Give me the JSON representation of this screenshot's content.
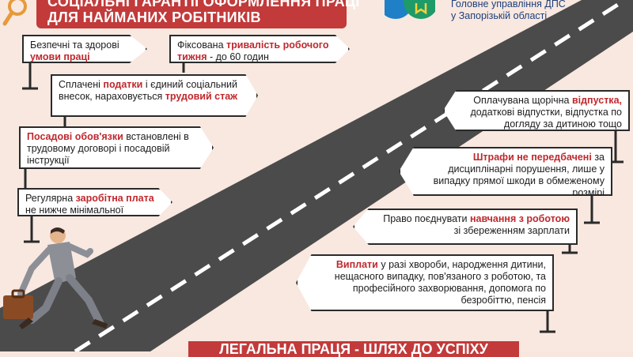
{
  "header": {
    "title_line1": "СОЦІАЛЬНІ ГАРАНТІЇ ОФОРМЛЕННЯ ПРАЦІ",
    "title_line2": "ДЛЯ НАЙМАНИХ РОБІТНИКІВ",
    "org_line1": "Головне управління ДПС",
    "org_line2": "у Запорізькій області",
    "logo": "tax-service-logo",
    "emblem": "trident-emblem"
  },
  "signs": {
    "s1": {
      "pre": "Безпечні та здорові ",
      "hl": "умови праці",
      "post": ""
    },
    "s2": {
      "pre": "Фіксована ",
      "hl": "тривалість робочого тижня",
      "post": " - до 60 годин"
    },
    "s3": {
      "pre": "Сплачені ",
      "hl": "податки",
      "mid": " і єдиний соціальний внесок, нараховується ",
      "hl2": "трудовий стаж"
    },
    "s4": {
      "hl": "Посадові обов'язки",
      "post": " встановлені в трудовому договорі і посадовій інструкції"
    },
    "s5": {
      "pre": "Регулярна ",
      "hl": "заробітна плата",
      "post": " не нижче мінімальної"
    },
    "s6": {
      "pre": "Оплачувана щорічна ",
      "hl": "відпустка,",
      "post": " додаткові відпустки, відпустка по догляду за дитиною тощо"
    },
    "s7": {
      "hl": "Штрафи не передбачені",
      "post": " за дисциплінарні порушення, лише у випадку прямої шкоди в обмеженому розмірі"
    },
    "s8": {
      "pre": "Право поєднувати ",
      "hl": "навчання з роботою",
      "post": " зі збереженням зарплати"
    },
    "s9": {
      "hl": "Виплати",
      "post": " у разі хвороби, народження дитини, нещасного випадку, пов'язаного з роботою, та професійного захворювання, допомога по безробіттю, пенсія"
    }
  },
  "footer": {
    "text": "ЛЕГАЛЬНА ПРАЦЯ - ШЛЯХ ДО УСПІХУ"
  },
  "colors": {
    "accent": "#c23a3a",
    "road": "#4a4a4a",
    "background": "#f8e8e0",
    "org_text": "#1e3f7a"
  }
}
